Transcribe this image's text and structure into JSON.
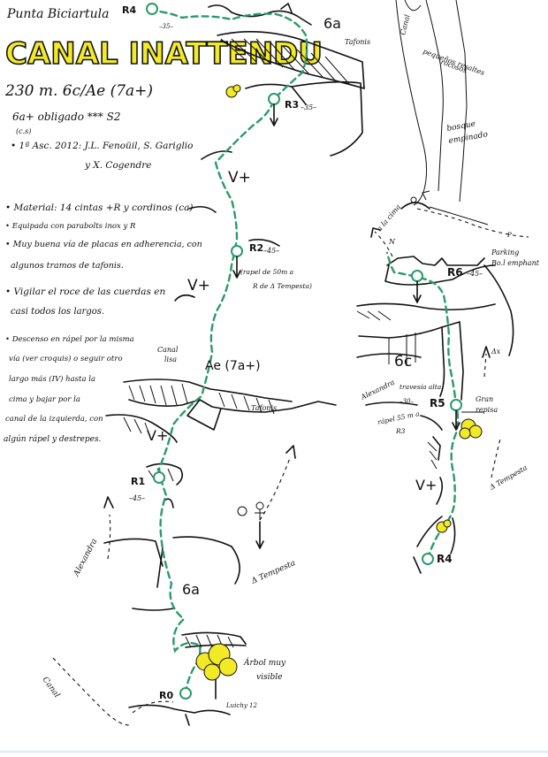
{
  "colors": {
    "route": "#2a9a6e",
    "title_fill": "#f2ea26",
    "tree": "#f2ea26",
    "ink": "#111111"
  },
  "header": {
    "summit_name": "Punta Biciartula",
    "title": "CANAL INATTENDU",
    "grade_line": "230 m. 6c/Ae (7a+)",
    "obligatory_line": "6a+ obligado  ***  S2",
    "obligatory_sub": "(c.s)",
    "first_ascent": "• 1ª Asc. 2012: J.L. Fenoüil, S. Gariglio",
    "first_ascent_2": "y X. Cogendre"
  },
  "notes": [
    "• Material: 14 cintas +R y cordinos (ca)",
    "• Equipada con parabolts inox y R",
    "• Muy buena vía de placas en adherencia, con",
    "algunos tramos de tafonis.",
    "• Vigilar el roce de las cuerdas en",
    "casi todos los largos.",
    "• Descenso en rápel por la misma",
    "vía (ver croquis) o seguir otro",
    "largo más (IV) hasta la",
    "cima y bajar por la",
    "canal de la izquierda, con",
    "algún rápel y destrepes."
  ],
  "left_topo": {
    "belays": [
      {
        "label": "R4",
        "len": ""
      },
      {
        "label": "R3",
        "len": "–35–"
      },
      {
        "label": "R2",
        "len": "–45–"
      },
      {
        "label": "R1",
        "len": "–45–"
      },
      {
        "label": "R0",
        "len": ""
      }
    ],
    "grades": [
      "6a",
      "V+",
      "V+",
      "Ae (7a+)",
      "V+",
      "6a"
    ],
    "labels": {
      "r4_len": "–35–",
      "tafonis_1": "Tafonis",
      "tafonis_2": "Tafonis",
      "rappel_note_1": "(rapel de 50m a",
      "rappel_note_2": "R de Δ Tempesta)",
      "canal_lisa_1": "Canal",
      "canal_lisa_2": "lisa",
      "arbol_1": "Árbol muy",
      "arbol_2": "visible",
      "alexandra": "Alexandra",
      "tempesta": "Δ Tempesta",
      "canal": "Canal",
      "luichy": "Luichy 12"
    }
  },
  "right_topo": {
    "belays": [
      {
        "label": "R6",
        "len": "–45–"
      },
      {
        "label": "R5",
        "len": "–30–"
      },
      {
        "label": "R4",
        "len": ""
      }
    ],
    "grades": [
      "6c",
      "V+"
    ],
    "labels": {
      "canal": "Canal",
      "pequenos_1": "pequeños resaltes",
      "pequenos_2": "rocosos",
      "bosque_1": "bosque",
      "bosque_2": "empinado",
      "parking_1": "Parking",
      "parking_2": "Bo.l emphant",
      "a_la_cima": "a la cima",
      "n_letter": "N",
      "alexandra": "Alexandra",
      "travesia": "travesía alta",
      "rapel_note": "rápel 55 m a",
      "r3_ref": "R3",
      "gran_repisa_1": "Gran",
      "gran_repisa_2": "repisa",
      "tempesta": "Δ Tempesta",
      "arrow_ax": "Δx"
    }
  }
}
